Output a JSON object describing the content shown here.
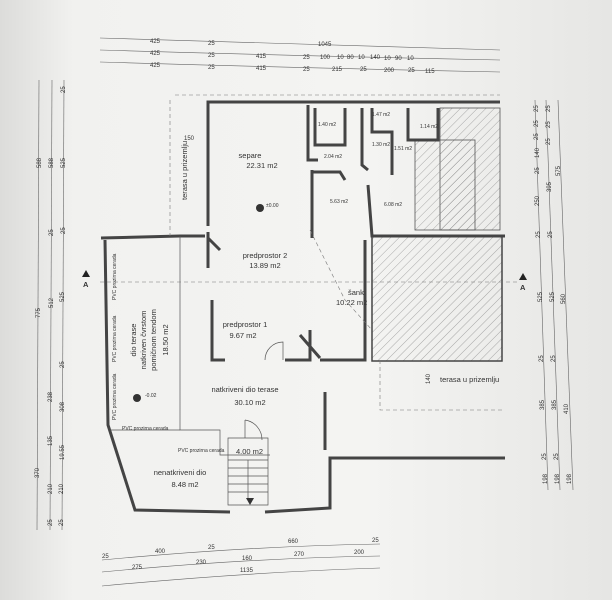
{
  "top_dims": {
    "row1": [
      "425",
      "25",
      "1045"
    ],
    "row2": [
      "425",
      "25",
      "415",
      "25",
      "100",
      "10",
      "80",
      "10",
      "140",
      "10",
      "90",
      "10"
    ],
    "row3": [
      "425",
      "25",
      "415",
      "25",
      "215",
      "25",
      "200",
      "25",
      "115"
    ]
  },
  "left_dims": {
    "col1": [
      "588",
      "775",
      "370"
    ],
    "col2": [
      "588",
      "25",
      "512",
      "238",
      "135",
      "210",
      "25"
    ],
    "col3": [
      "25",
      "525",
      "25",
      "525",
      "25",
      "308",
      "19.55",
      "210",
      "25"
    ]
  },
  "right_dims": {
    "col1": [
      "25",
      "25",
      "25",
      "140",
      "25",
      "250",
      "25",
      "525",
      "25",
      "385",
      "25",
      "198"
    ],
    "col2": [
      "25",
      "25",
      "25",
      "395",
      "25",
      "525",
      "25",
      "385",
      "25",
      "198"
    ],
    "col3": [
      "575",
      "560",
      "410",
      "198"
    ]
  },
  "bottom_dims": {
    "row1": [
      "25",
      "400",
      "25",
      "660",
      "25"
    ],
    "row2": [
      "275",
      "230",
      "160",
      "270",
      "200"
    ],
    "row3": [
      "1135"
    ]
  },
  "rooms": {
    "separe": {
      "name": "separe",
      "area": "22.31 m2"
    },
    "wc1": "1.40 m2",
    "wc2": "1.47 m2",
    "wc3": "1.30 m2",
    "wc4": "1.14 m2",
    "hall": "2.04 m2",
    "wc5": "1.51 m2",
    "room1": "5.63 m2",
    "room2": "6.08 m2",
    "predprostor2": {
      "name": "predprostor 2",
      "area": "13.89 m2"
    },
    "sank": {
      "name": "šank",
      "area": "10.22 m2"
    },
    "predprostor1": {
      "name": "predprostor 1",
      "area": "9.67 m2"
    },
    "natkriveni": {
      "name": "natkriveni dio terase",
      "area": "30.10 m2"
    },
    "terrace_left": {
      "line1": "dio terase",
      "line2": "natkriven čvrstom",
      "line3": "pomičnom tendom",
      "area": "18.50 m2"
    },
    "nenatkriveni": {
      "name": "nenatkriveni dio",
      "area": "8.48 m2"
    },
    "stairs": "4.00 m2"
  },
  "labels": {
    "terasa_left": "terasa u prizemlju",
    "terasa_right": "terasa u prizemlju",
    "dim150": "150",
    "dim140": "140",
    "level0": "±0.00",
    "level1": "-0.02",
    "pvc": "PVC prozirna cerada",
    "section": "A"
  }
}
